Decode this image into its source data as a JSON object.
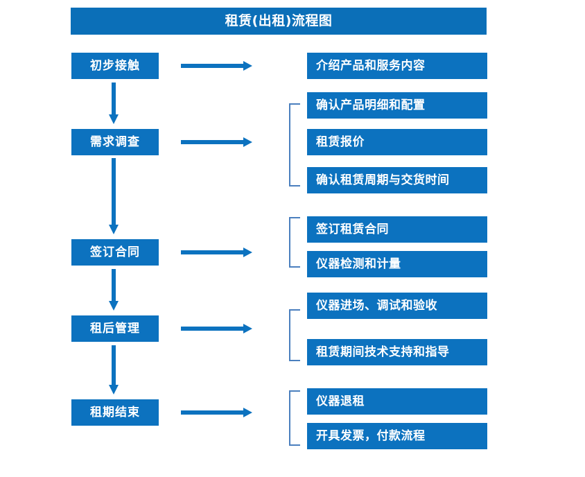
{
  "page": {
    "background_color": "#FFFFFF",
    "box_color": "#0C72BF",
    "title_bar_color": "#0B6FB8",
    "bracket_color": "#4A7FBE",
    "arrow_color": "#0C72BF",
    "text_color": "#FFFFFF"
  },
  "header": {
    "title": "租赁(出租)流程图"
  },
  "stages": [
    {
      "label": "初步接触"
    },
    {
      "label": "需求调查"
    },
    {
      "label": "签订合同"
    },
    {
      "label": "租后管理"
    },
    {
      "label": "租期结束"
    }
  ],
  "details": [
    {
      "label": "介绍产品和服务内容"
    },
    {
      "label": "确认产品明细和配置"
    },
    {
      "label": "租赁报价"
    },
    {
      "label": "确认租赁周期与交货时间"
    },
    {
      "label": "签订租赁合同"
    },
    {
      "label": "仪器检测和计量"
    },
    {
      "label": "仪器进场、调试和验收"
    },
    {
      "label": "租赁期间技术支持和指导"
    },
    {
      "label": "仪器退租"
    },
    {
      "label": "开具发票，付款流程"
    }
  ],
  "groups": [
    {
      "stage": "需求调查",
      "items": [
        "确认产品明细和配置",
        "租赁报价",
        "确认租赁周期与交货时间"
      ]
    },
    {
      "stage": "签订合同",
      "items": [
        "签订租赁合同",
        "仪器检测和计量"
      ]
    },
    {
      "stage": "租后管理",
      "items": [
        "仪器进场、调试和验收",
        "租赁期间技术支持和指导"
      ]
    },
    {
      "stage": "租期结束",
      "items": [
        "仪器退租",
        "开具发票，付款流程"
      ]
    }
  ],
  "connectors": {
    "horizontal_arrow_count": 5,
    "vertical_arrow_count": 4,
    "bracket_count": 4
  }
}
